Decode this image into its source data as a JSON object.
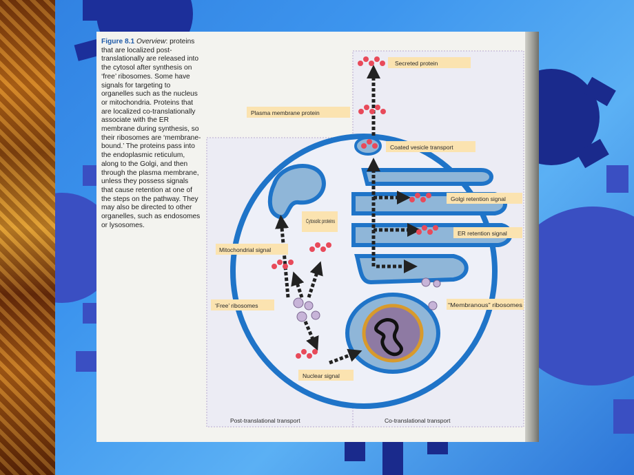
{
  "figure": {
    "caption_label": "Figure 8.1",
    "caption_heading": "Overview",
    "caption_text": "proteins that are localized post-translationally are released into the cytosol after synthesis on ‘free’ ribosomes. Some have signals for targeting to organelles such as the nucleus or mitochondria. Proteins that are localized co-translationally associate with the ER membrane during synthesis, so their ribosomes are ‘membrane-bound.’ The proteins pass into the endoplasmic reticulum, along to the Golgi, and then through the plasma membrane, unless they possess signals that cause retention at one of the steps on the pathway. They may also be directed to other organelles, such as endosomes or lysosomes.",
    "labels": {
      "secreted_protein": "Secreted protein",
      "plasma_membrane_protein": "Plasma membrane protein",
      "coated_vesicle_transport": "Coated vesicle transport",
      "golgi_retention_signal": "Golgi retention signal",
      "er_retention_signal": "ER retention signal",
      "cytosolic_proteins": "Cytosolic proteins",
      "mitochondrial_signal": "Mitochondrial signal",
      "free_ribosomes": "‘Free’ ribosomes",
      "membranous_ribosomes": "“Membranous” ribosomes",
      "nuclear_signal": "Nuclear signal",
      "post_translational_transport": "Post-translational transport",
      "co_translational_transport": "Co-translational transport"
    }
  },
  "colors": {
    "slide_background": "#3a8fe8",
    "gear_dark": "#1a2a8c",
    "gear_mid": "#3a56c8",
    "label_box": "#fbe3b0",
    "membrane_blue": "#1f74c8",
    "organelle_fill": "#8fb6d8",
    "protein_pink": "#e84a5a"
  }
}
